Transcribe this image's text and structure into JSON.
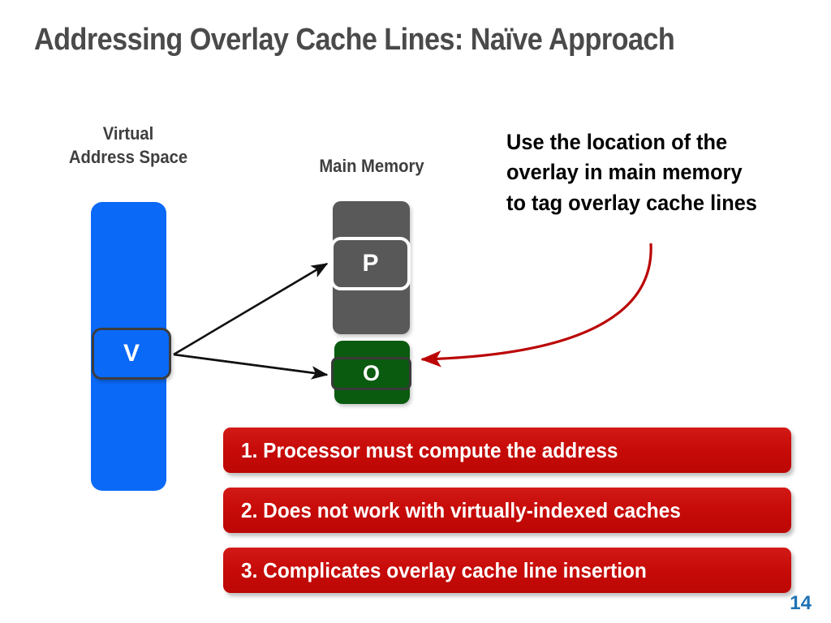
{
  "slide": {
    "title": "Addressing Overlay Cache Lines: Naïve Approach",
    "page_number": "14",
    "background_color": "#ffffff"
  },
  "diagram": {
    "virtual_address_space": {
      "caption_line1": "Virtual",
      "caption_line2": "Address Space",
      "bar_color": "#0b69f7",
      "block_label": "V",
      "block_border_color": "#3d3d3d",
      "block_text_color": "#ffffff"
    },
    "main_memory": {
      "caption": "Main Memory",
      "gray_block_color": "#595959",
      "green_block_color": "#0a5a10",
      "physical_block_label": "P",
      "physical_block_border_color": "#ffffff",
      "overlay_block_label": "O",
      "overlay_block_border_color": "#3a3a3a"
    },
    "arrows": {
      "mapping_arrow_color": "#111111",
      "mapping_arrow_count": "2",
      "tag_arrow_color": "#bb0505"
    }
  },
  "annotation": {
    "line1": "Use the location of the",
    "line2": "overlay in main memory",
    "line3": "to tag overlay cache lines",
    "color": "#000000"
  },
  "drawbacks": {
    "accent_color": "#c70b08",
    "items": [
      {
        "text": "1. Processor must compute the address"
      },
      {
        "text": "2. Does not work with virtually-indexed caches"
      },
      {
        "text": "3. Complicates overlay cache line insertion"
      }
    ]
  }
}
